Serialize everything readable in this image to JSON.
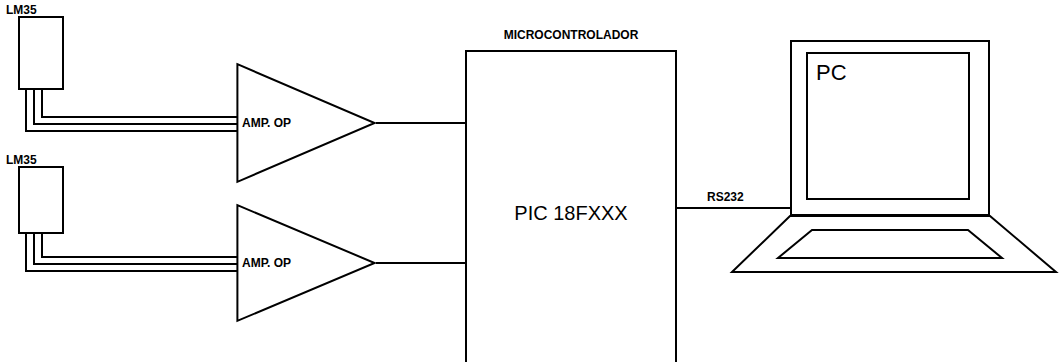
{
  "diagram": {
    "nodes": [
      {
        "text": [
          "LM35"
        ]
      },
      {
        "text": [
          "LM35"
        ]
      },
      {
        "text": [
          "AMP. OP"
        ]
      },
      {
        "text": [
          "AMP. OP"
        ]
      },
      {
        "text": [
          "MICROCONTROLADOR",
          "PIC 18FXXX"
        ]
      },
      {
        "text": [
          "PC"
        ]
      }
    ],
    "edges": [
      {
        "from": 0,
        "to": 2,
        "arrow": "none"
      },
      {
        "from": 1,
        "to": 3,
        "arrow": "none"
      },
      {
        "from": 2,
        "to": 4,
        "arrow": "none"
      },
      {
        "from": 3,
        "to": 4,
        "arrow": "none"
      },
      {
        "from": 4,
        "to": 5,
        "label": "RS232",
        "arrow": "none"
      }
    ]
  }
}
